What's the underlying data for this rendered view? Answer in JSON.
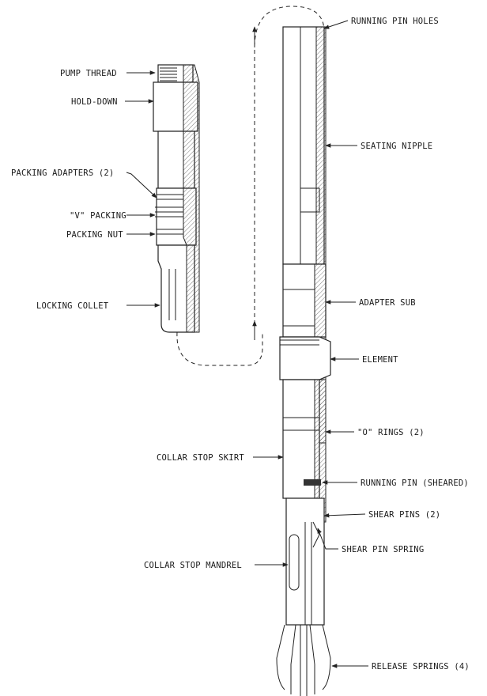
{
  "labels_left_tool": {
    "pump_thread": "PUMP THREAD",
    "hold_down": "HOLD-DOWN",
    "packing_adapters": "PACKING ADAPTERS (2)",
    "v_packing": "\"V\" PACKING",
    "packing_nut": "PACKING NUT",
    "locking_collet": "LOCKING COLLET"
  },
  "labels_right_tool": {
    "running_pin_holes": "RUNNING PIN HOLES",
    "seating_nipple": "SEATING NIPPLE",
    "adapter_sub": "ADAPTER SUB",
    "element": "ELEMENT",
    "o_rings": "\"O\" RINGS (2)",
    "collar_stop_skirt": "COLLAR STOP SKIRT",
    "running_pin_sheared": "RUNNING PIN (SHEARED)",
    "shear_pins": "SHEAR PINS (2)",
    "shear_pin_spring": "SHEAR PIN SPRING",
    "collar_stop_mandrel": "COLLAR STOP MANDREL",
    "release_springs": "RELEASE SPRINGS (4)"
  },
  "colors": {
    "line": "#222222",
    "background": "#ffffff",
    "text": "#1a1a1a"
  }
}
